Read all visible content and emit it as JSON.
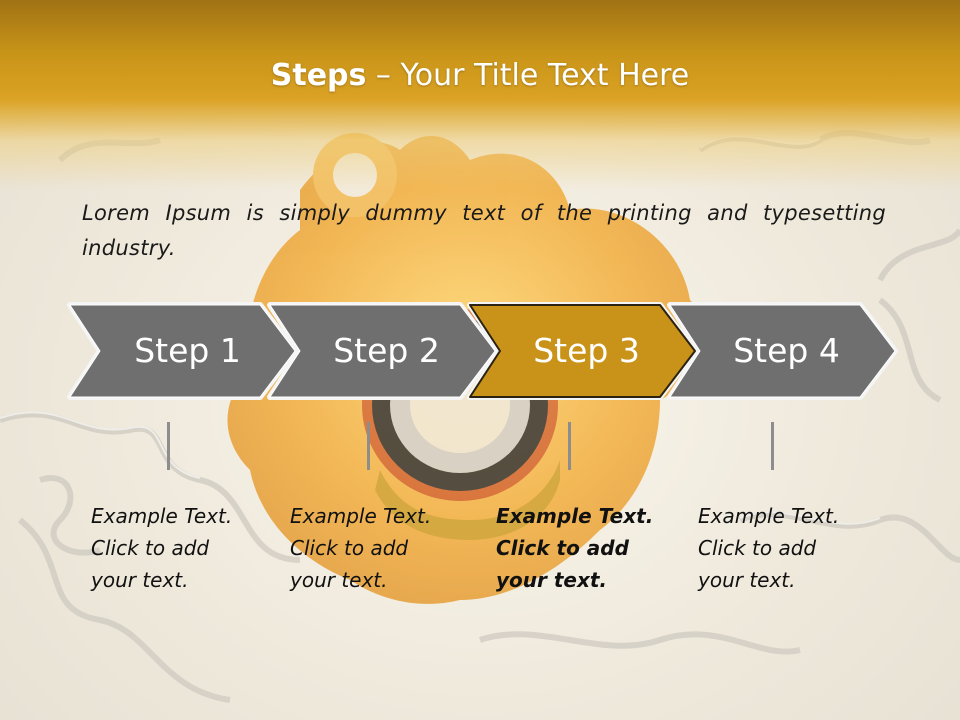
{
  "title": {
    "bold": "Steps",
    "rest": " – Your Title Text Here"
  },
  "intro": "Lorem Ipsum is simply dummy text of the printing and typesetting industry.",
  "steps": [
    {
      "label": "Step 1",
      "active": false,
      "text": {
        "line1": "Example Text.",
        "line2": "Click  to add",
        "line3": "your text."
      }
    },
    {
      "label": "Step 2",
      "active": false,
      "text": {
        "line1": "Example Text.",
        "line2": "Click  to add",
        "line3": "your text."
      }
    },
    {
      "label": "Step 3",
      "active": true,
      "text": {
        "line1": "Example Text.",
        "line2": "Click  to add",
        "line3": "your text."
      }
    },
    {
      "label": "Step 4",
      "active": false,
      "text": {
        "line1": "Example Text.",
        "line2": "Click  to add",
        "line3": "your text."
      }
    }
  ],
  "colors": {
    "header": "#c89418",
    "step_gray": "#6f6f6f",
    "step_active": "#c9931a"
  }
}
